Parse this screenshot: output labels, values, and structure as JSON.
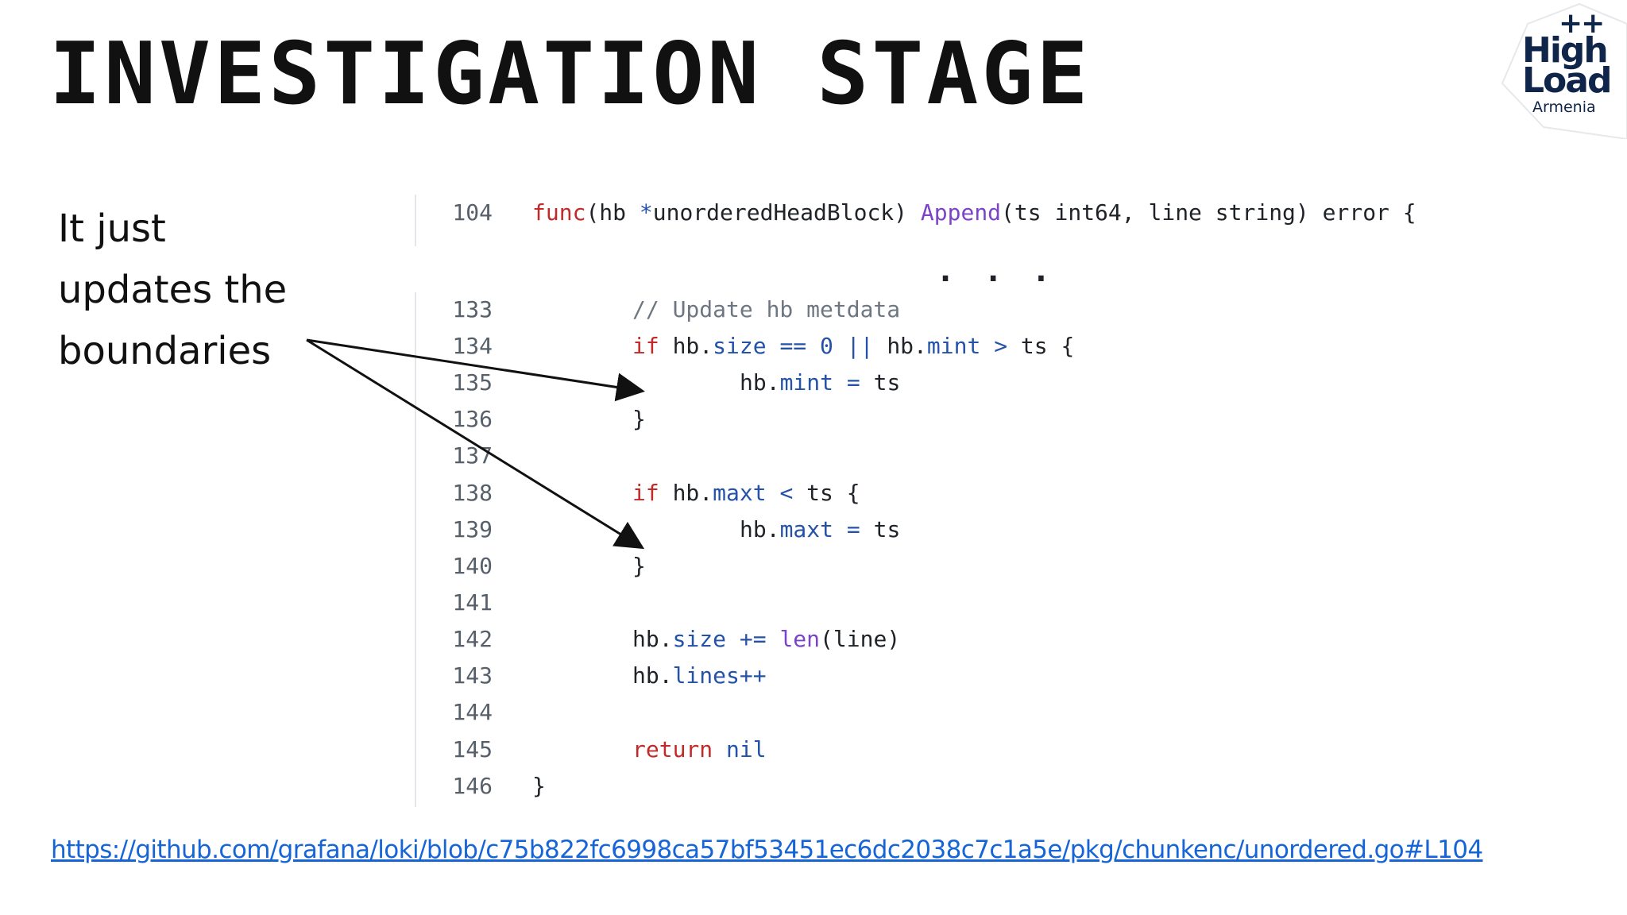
{
  "slide": {
    "title": "INVESTIGATION STAGE",
    "note_lines": [
      "It just",
      "updates the",
      "boundaries"
    ],
    "link": "https://github.com/grafana/loki/blob/c75b822fc6998ca57bf53451ec6dc2038c7c1a5e/pkg/chunkenc/unordered.go#L104",
    "ellipsis": ". . ."
  },
  "logo": {
    "plus": "++",
    "line1": "High",
    "line2": "Load",
    "sub": "Armenia"
  },
  "code": {
    "lines": [
      {
        "n": "104",
        "parts": [
          [
            "kw",
            "func"
          ],
          [
            "",
            "(hb "
          ],
          [
            "op",
            "*"
          ],
          [
            "",
            "unorderedHeadBlock) "
          ],
          [
            "fn",
            "Append"
          ],
          [
            "",
            "(ts int64, line string) error {"
          ]
        ]
      },
      {
        "n": "133",
        "parts": [
          [
            "cm",
            "// Update hb metdata"
          ]
        ]
      },
      {
        "n": "134",
        "parts": [
          [
            "kw",
            "if"
          ],
          [
            "",
            " hb."
          ],
          [
            "prop",
            "size"
          ],
          [
            "",
            " "
          ],
          [
            "op",
            "=="
          ],
          [
            "",
            " "
          ],
          [
            "prop",
            "0"
          ],
          [
            "",
            " "
          ],
          [
            "op",
            "||"
          ],
          [
            "",
            " hb."
          ],
          [
            "prop",
            "mint"
          ],
          [
            "",
            " "
          ],
          [
            "op",
            ">"
          ],
          [
            "",
            " ts {"
          ]
        ]
      },
      {
        "n": "135",
        "parts": [
          [
            "",
            "hb."
          ],
          [
            "prop",
            "mint"
          ],
          [
            "",
            " "
          ],
          [
            "op",
            "="
          ],
          [
            "",
            " ts"
          ]
        ]
      },
      {
        "n": "136",
        "parts": [
          [
            "",
            "}"
          ]
        ]
      },
      {
        "n": "137",
        "parts": []
      },
      {
        "n": "138",
        "parts": [
          [
            "kw",
            "if"
          ],
          [
            "",
            " hb."
          ],
          [
            "prop",
            "maxt"
          ],
          [
            "",
            " "
          ],
          [
            "op",
            "<"
          ],
          [
            "",
            " ts {"
          ]
        ]
      },
      {
        "n": "139",
        "parts": [
          [
            "",
            "hb."
          ],
          [
            "prop",
            "maxt"
          ],
          [
            "",
            " "
          ],
          [
            "op",
            "="
          ],
          [
            "",
            " ts"
          ]
        ]
      },
      {
        "n": "140",
        "parts": [
          [
            "",
            "}"
          ]
        ]
      },
      {
        "n": "141",
        "parts": []
      },
      {
        "n": "142",
        "parts": [
          [
            "",
            "hb."
          ],
          [
            "prop",
            "size"
          ],
          [
            "",
            " "
          ],
          [
            "op",
            "+="
          ],
          [
            "",
            " "
          ],
          [
            "fn",
            "len"
          ],
          [
            "",
            "(line)"
          ]
        ]
      },
      {
        "n": "143",
        "parts": [
          [
            "",
            "hb."
          ],
          [
            "prop",
            "lines++"
          ]
        ]
      },
      {
        "n": "144",
        "parts": []
      },
      {
        "n": "145",
        "parts": [
          [
            "kw",
            "return"
          ],
          [
            "",
            " "
          ],
          [
            "prop",
            "nil"
          ]
        ]
      },
      {
        "n": "146",
        "parts": [
          [
            "",
            "}"
          ]
        ]
      }
    ]
  },
  "colors": {
    "keyword": "#c22a2a",
    "property": "#2452a8",
    "function": "#7c43c9",
    "comment": "#6e7781",
    "link": "#1565d8",
    "logo": "#10254a"
  }
}
